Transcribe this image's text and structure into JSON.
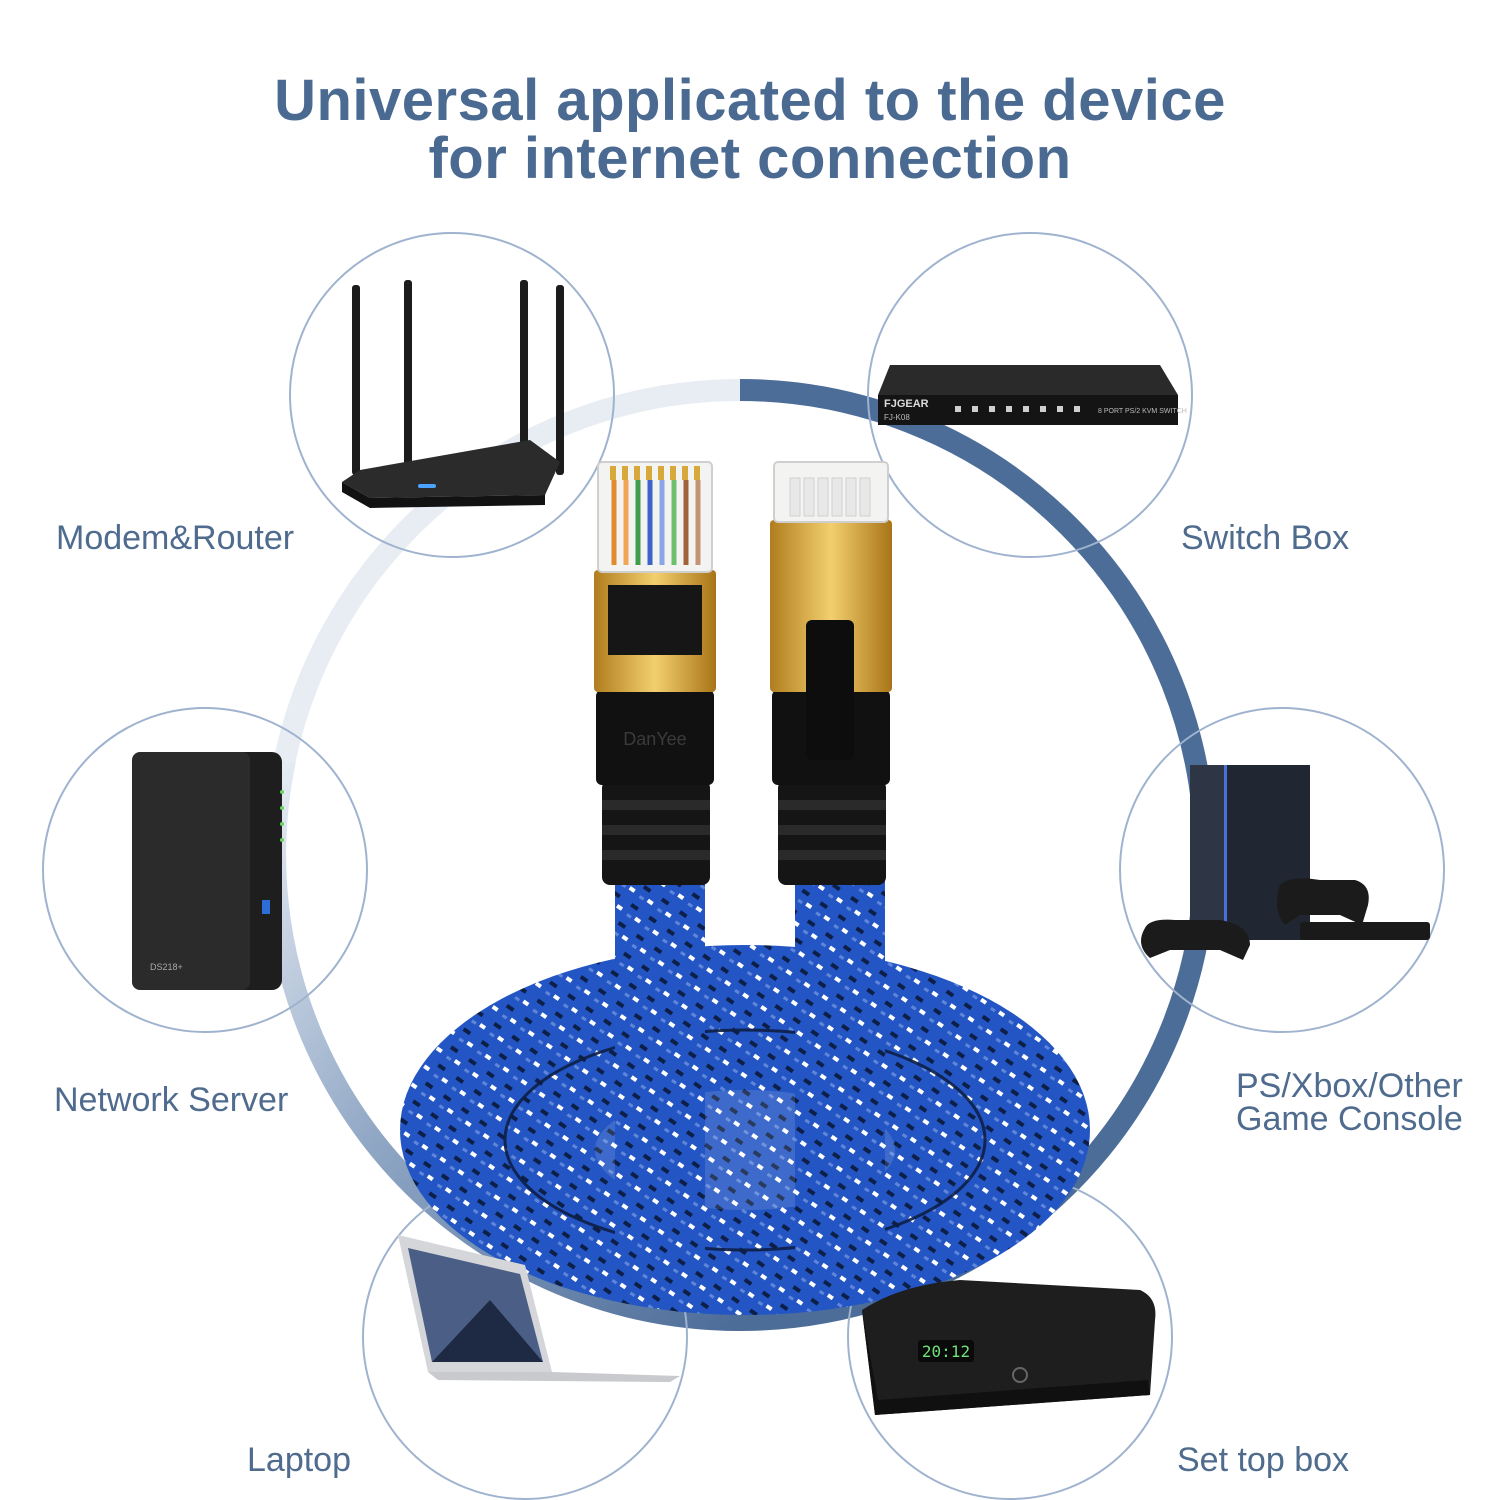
{
  "headline": {
    "line1": "Universal applicated to the device",
    "line2": "for internet connection"
  },
  "devices": {
    "modem_router": "Modem&Router",
    "switch_box": "Switch Box",
    "network_server": "Network Server",
    "game_console_line1": "PS/Xbox/Other",
    "game_console_line2": "Game Console",
    "laptop": "Laptop",
    "set_top_box": "Set top box"
  },
  "product": {
    "connector_brand": "DanYee",
    "switch_brand": "FJGEAR",
    "switch_model": "FJ-K08",
    "switch_desc": "8 PORT PS/2 KVM SWITCH",
    "nas_model": "DS218+",
    "stb_display": "20:12"
  },
  "colors": {
    "headline": "#4a6a92",
    "label": "#4f6b8e",
    "ring_dark": "#4d6d99",
    "cable_blue": "#2356c4",
    "gold": "#d8a93c"
  }
}
